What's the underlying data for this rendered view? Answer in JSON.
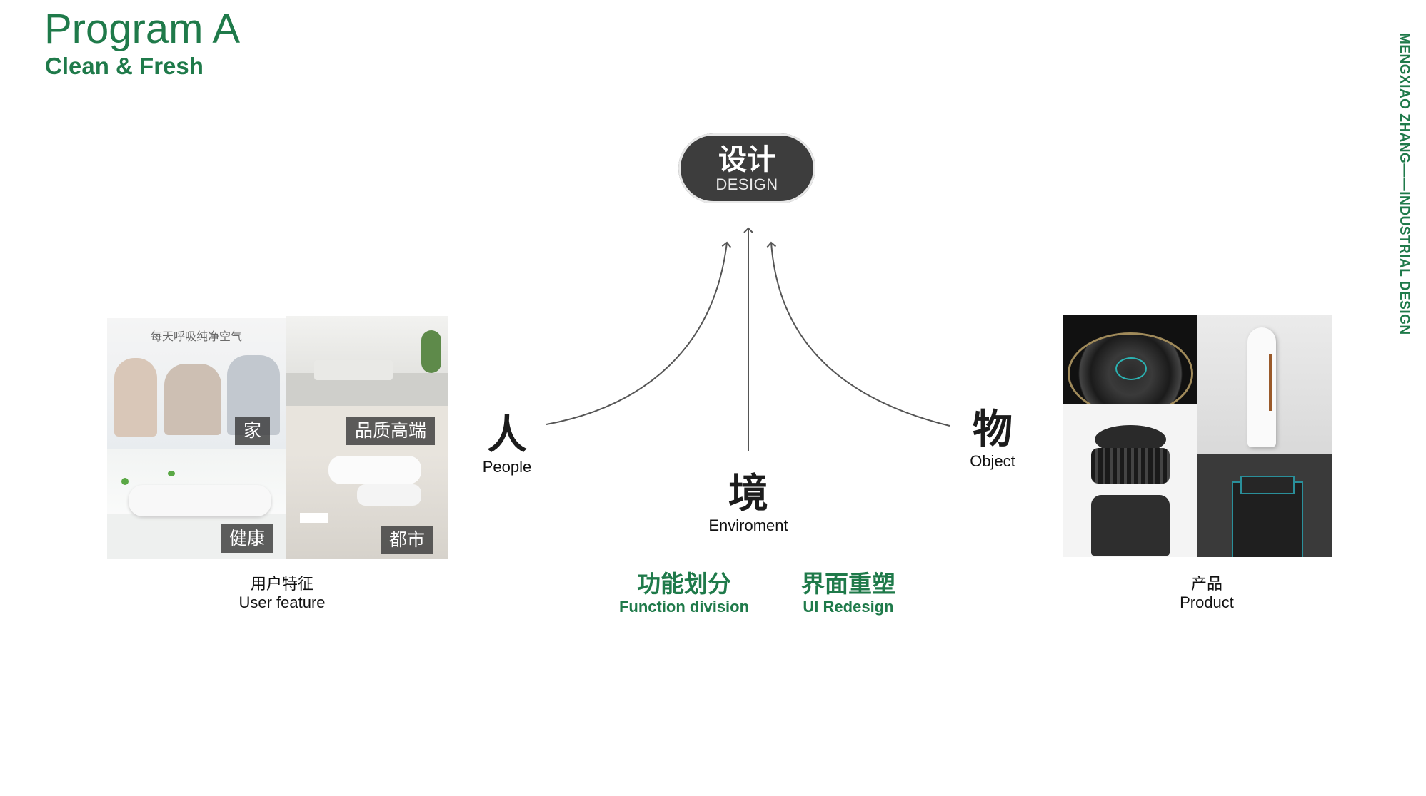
{
  "header": {
    "title": "Program A",
    "subtitle": "Clean & Fresh"
  },
  "side_label": "MENGXIAO ZHANG——INDUSTRIAL DESIGN",
  "center": {
    "zh": "设计",
    "en": "DESIGN"
  },
  "nodes": {
    "people": {
      "zh": "人",
      "en": "People"
    },
    "environment": {
      "zh": "境",
      "en": "Enviroment"
    },
    "object": {
      "zh": "物",
      "en": "Object"
    }
  },
  "left_panel": {
    "banner": "每天呼吸纯净空气",
    "tags": [
      "家",
      "品质高端",
      "健康",
      "都市"
    ],
    "caption_zh": "用户特征",
    "caption_en": "User feature"
  },
  "right_panel": {
    "caption_zh": "产品",
    "caption_en": "Product"
  },
  "outputs": [
    {
      "zh": "功能划分",
      "en": "Function division"
    },
    {
      "zh": "界面重塑",
      "en": "UI Redesign"
    }
  ],
  "colors": {
    "accent": "#1f7a4a",
    "pill": "#3d3d3d",
    "arrow": "#555555"
  }
}
